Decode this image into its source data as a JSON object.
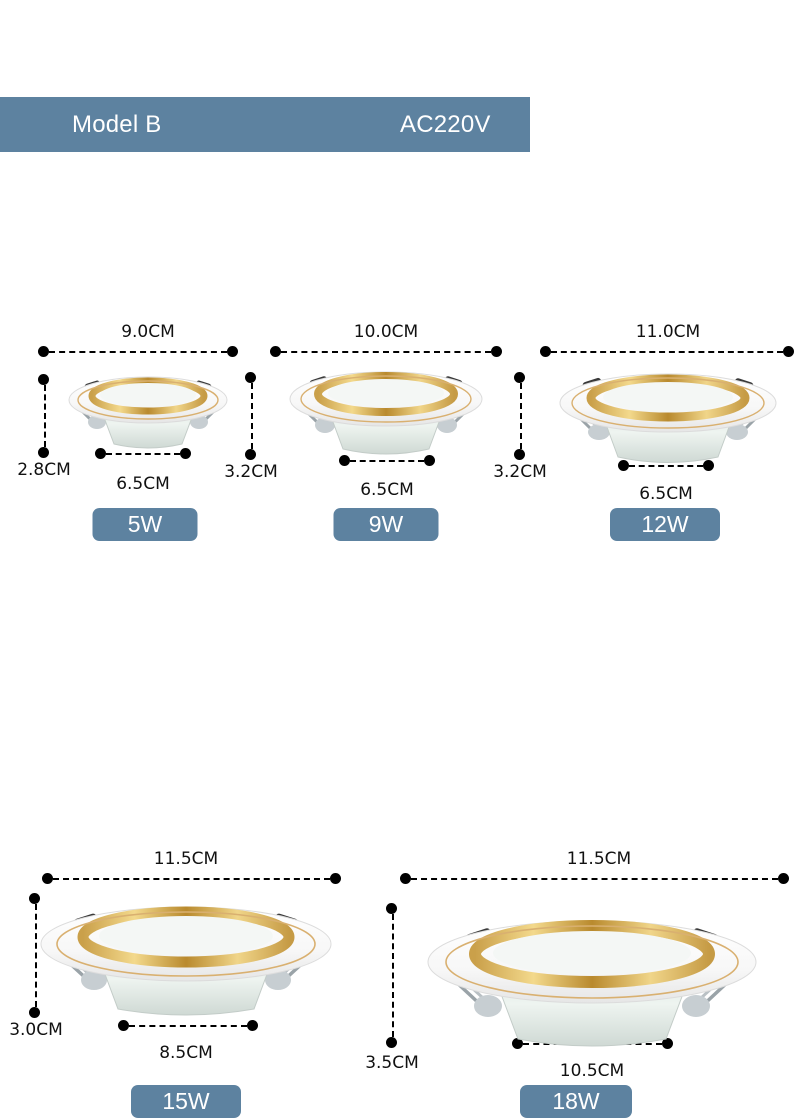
{
  "header": {
    "model_label": "Model B",
    "voltage_label": "AC220V",
    "bar_color": "#5d82a0"
  },
  "units_unit_suffix": "CM",
  "products": [
    {
      "name": "5W",
      "badge_label": "5W",
      "outer_diameter": "9.0CM",
      "height": "2.8CM",
      "cutout": "6.5CM"
    },
    {
      "name": "9W",
      "badge_label": "9W",
      "outer_diameter": "10.0CM",
      "height": "3.2CM",
      "cutout": "6.5CM"
    },
    {
      "name": "12W",
      "badge_label": "12W",
      "outer_diameter": "11.0CM",
      "height": "3.2CM",
      "cutout": "6.5CM"
    },
    {
      "name": "15W",
      "badge_label": "15W",
      "outer_diameter": "11.5CM",
      "height": "3.0CM",
      "cutout": "8.5CM"
    },
    {
      "name": "18W",
      "badge_label": "18W",
      "outer_diameter": "11.5CM",
      "height": "3.5CM",
      "cutout": "10.5CM"
    }
  ]
}
